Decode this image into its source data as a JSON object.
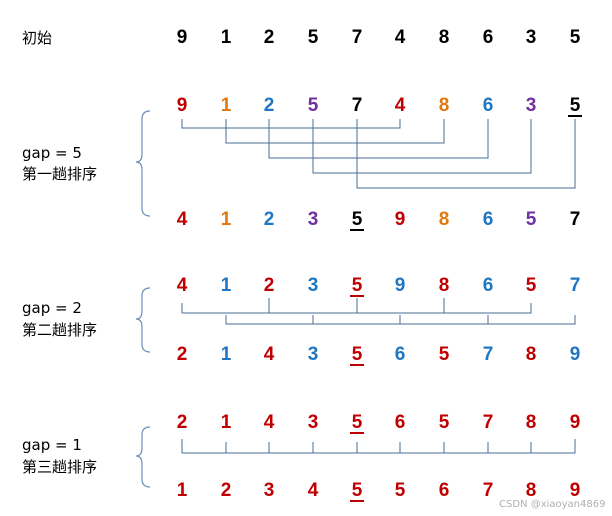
{
  "colors": {
    "black": "#000000",
    "red": "#c00000",
    "orange": "#e07a10",
    "blue": "#1f77c4",
    "purple": "#7030a0",
    "line": "#4a6c94",
    "brace": "#6b8fb8"
  },
  "initial": {
    "label": "初始",
    "values": [
      9,
      1,
      2,
      5,
      7,
      4,
      8,
      6,
      3,
      5
    ],
    "colors": [
      "black",
      "black",
      "black",
      "black",
      "black",
      "black",
      "black",
      "black",
      "black",
      "black"
    ],
    "underline": []
  },
  "passes": [
    {
      "gap_label": "gap = 5",
      "pass_label": "第一趟排序",
      "before": {
        "values": [
          9,
          1,
          2,
          5,
          7,
          4,
          8,
          6,
          3,
          5
        ],
        "colors": [
          "red",
          "orange",
          "blue",
          "purple",
          "black",
          "red",
          "orange",
          "blue",
          "purple",
          "black"
        ],
        "underline": [
          9
        ]
      },
      "after": {
        "values": [
          4,
          1,
          2,
          3,
          5,
          9,
          8,
          6,
          5,
          7
        ],
        "colors": [
          "red",
          "orange",
          "blue",
          "purple",
          "black",
          "red",
          "orange",
          "blue",
          "purple",
          "black"
        ],
        "underline": [
          4
        ]
      }
    },
    {
      "gap_label": "gap = 2",
      "pass_label": "第二趟排序",
      "before": {
        "values": [
          4,
          1,
          2,
          3,
          5,
          9,
          8,
          6,
          5,
          7
        ],
        "colors": [
          "red",
          "blue",
          "red",
          "blue",
          "red",
          "blue",
          "red",
          "blue",
          "red",
          "blue"
        ],
        "underline": [
          4
        ]
      },
      "after": {
        "values": [
          2,
          1,
          4,
          3,
          5,
          6,
          5,
          7,
          8,
          9
        ],
        "colors": [
          "red",
          "blue",
          "red",
          "blue",
          "red",
          "blue",
          "red",
          "blue",
          "red",
          "blue"
        ],
        "underline": [
          4
        ]
      }
    },
    {
      "gap_label": "gap = 1",
      "pass_label": "第三趟排序",
      "before": {
        "values": [
          2,
          1,
          4,
          3,
          5,
          6,
          5,
          7,
          8,
          9
        ],
        "colors": [
          "red",
          "red",
          "red",
          "red",
          "red",
          "red",
          "red",
          "red",
          "red",
          "red"
        ],
        "underline": [
          4
        ]
      },
      "after": {
        "values": [
          1,
          2,
          3,
          4,
          5,
          5,
          6,
          7,
          8,
          9
        ],
        "colors": [
          "red",
          "red",
          "red",
          "red",
          "red",
          "red",
          "red",
          "red",
          "red",
          "red"
        ],
        "underline": [
          4
        ]
      }
    }
  ],
  "watermark": "CSDN @xiaoyan4869"
}
